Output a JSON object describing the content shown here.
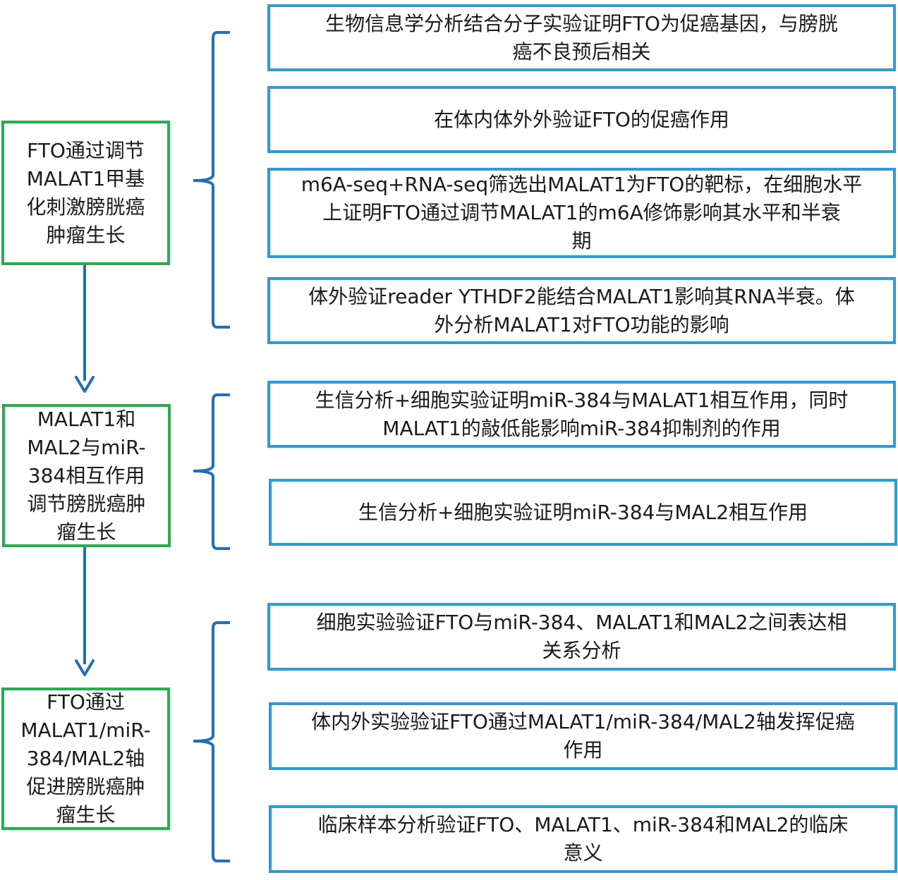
{
  "colors": {
    "left_border": "#22b14c",
    "right_border": "#2e9bd6",
    "connector": "#1f6fbf"
  },
  "groups": [
    {
      "stage": "FTO通过调节\nMALAT1甲基\n化刺激膀胱癌\n肿瘤生长",
      "details": [
        "生物信息学分析结合分子实验证明FTO为促癌基因，与膀胱\n癌不良预后相关",
        "在体内体外外验证FTO的促癌作用",
        "m6A-seq+RNA-seq筛选出MALAT1为FTO的靶标，在细胞水平\n上证明FTO通过调节MALAT1的m6A修饰影响其水平和半衰\n期",
        "体外验证reader YTHDF2能结合MALAT1影响其RNA半衰。体\n外分析MALAT1对FTO功能的影响"
      ]
    },
    {
      "stage": "MALAT1和\nMAL2与miR-\n384相互作用\n调节膀胱癌肿\n瘤生长",
      "details": [
        "生信分析+细胞实验证明miR-384与MALAT1相互作用，同时\nMALAT1的敲低能影响miR-384抑制剂的作用",
        "生信分析+细胞实验证明miR-384与MAL2相互作用"
      ]
    },
    {
      "stage": "FTO通过\nMALAT1/miR-\n384/MAL2轴\n促进膀胱癌肿\n瘤生长",
      "details": [
        "细胞实验验证FTO与miR-384、MALAT1和MAL2之间表达相\n关系分析",
        "体内外实验验证FTO通过MALAT1/miR-384/MAL2轴发挥促癌\n作用",
        "临床样本分析验证FTO、MALAT1、miR-384和MAL2的临床\n意义"
      ]
    }
  ]
}
